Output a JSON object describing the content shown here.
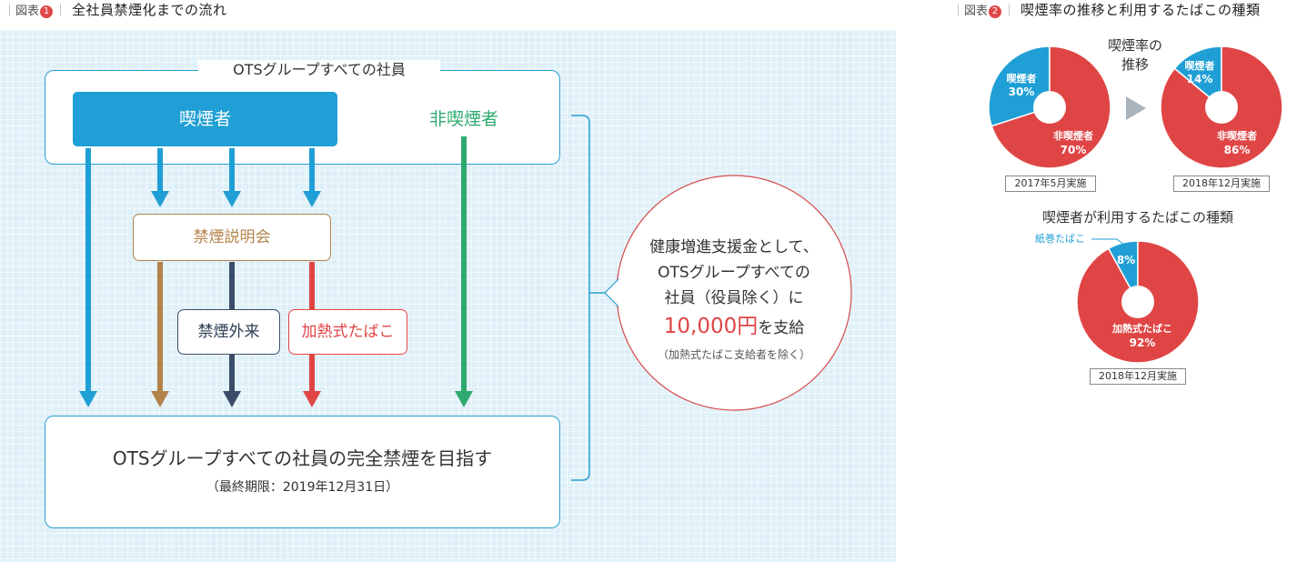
{
  "header1": {
    "tag": "図表",
    "num": "1",
    "title": "全社員禁煙化までの流れ"
  },
  "header2": {
    "tag": "図表",
    "num": "2",
    "title": "喫煙率の推移と利用するたばこの種類"
  },
  "flow": {
    "top_group": "OTSグループすべての社員",
    "smokers": "喫煙者",
    "nonsmokers": "非喫煙者",
    "seminar": "禁煙説明会",
    "clinic": "禁煙外来",
    "heated": "加熱式たばこ",
    "goal": "OTSグループすべての社員の完全禁煙を目指す",
    "deadline": "（最終期限：2019年12月31日）",
    "bubble": {
      "line1": "健康増進支援金として、",
      "line2": "OTSグループすべての",
      "line3": "社員（役員除く）に",
      "amount": "10,000円",
      "amount_suffix": "を支給",
      "note": "（加熱式たばこ支給者を除く）"
    }
  },
  "charts": {
    "trend_label_1": "喫煙率の",
    "trend_label_2": "推移",
    "types_title": "喫煙者が利用するたばこの種類",
    "colors": {
      "blue": "#1f9fd5",
      "red": "#e04545"
    },
    "pie1": {
      "caption": "2017年5月実施",
      "smoker_label": "喫煙者",
      "smoker_value": "30%",
      "non_label": "非喫煙者",
      "non_value": "70%"
    },
    "pie2": {
      "caption": "2018年12月実施",
      "smoker_label": "喫煙者",
      "smoker_value": "14%",
      "non_label": "非喫煙者",
      "non_value": "86%"
    },
    "pie3": {
      "caption": "2018年12月実施",
      "paper_label": "紙巻たばこ",
      "paper_value": "8%",
      "heated_label": "加熱式たばこ",
      "heated_value": "92%"
    }
  },
  "chart_data": [
    {
      "type": "pie",
      "categories": [
        "喫煙者",
        "非喫煙者"
      ],
      "values": [
        30,
        70
      ]
    },
    {
      "type": "pie",
      "categories": [
        "喫煙者",
        "非喫煙者"
      ],
      "values": [
        14,
        86
      ]
    },
    {
      "type": "pie",
      "categories": [
        "紙巻たばこ",
        "加熱式たばこ"
      ],
      "values": [
        8,
        92
      ]
    }
  ]
}
